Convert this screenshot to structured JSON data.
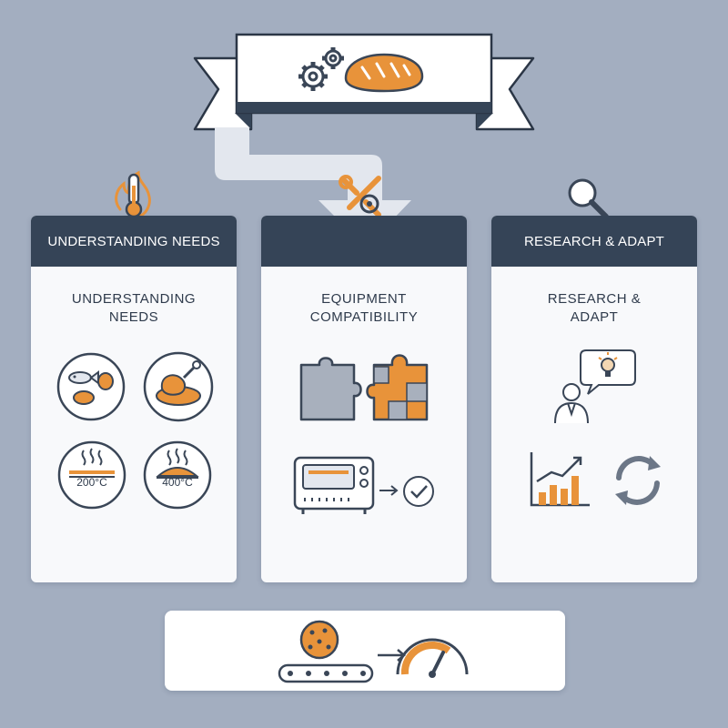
{
  "colors": {
    "background": "#a3aec0",
    "header": "#354457",
    "accent": "#e8933a",
    "icon_stroke": "#3a4657",
    "card": "#f8f9fb"
  },
  "banner": {
    "icons": [
      "gears-icon",
      "bread-loaf-icon"
    ]
  },
  "flow": {
    "icons": [
      "wrench-gear-icon"
    ]
  },
  "columns": [
    {
      "header": "UNDERSTANDING NEEDS",
      "title_line1": "UNDERSTANDING",
      "title_line2": "NEEDS",
      "top_icon": "thermometer-flame-icon",
      "labels": {
        "low_temp": "200°C",
        "high_temp": "400°C"
      }
    },
    {
      "header": "",
      "title_line1": "EQUIPMENT",
      "title_line2": "COMPATIBILITY",
      "top_icon": "puzzle-icon"
    },
    {
      "header": "RESEARCH & ADAPT",
      "title_line1": "RESEARCH &",
      "title_line2": "ADAPT",
      "top_icon": "magnifier-icon"
    }
  ],
  "footer": {
    "icons": [
      "cookie-conveyor-icon",
      "arrow-icon",
      "gauge-icon"
    ]
  }
}
